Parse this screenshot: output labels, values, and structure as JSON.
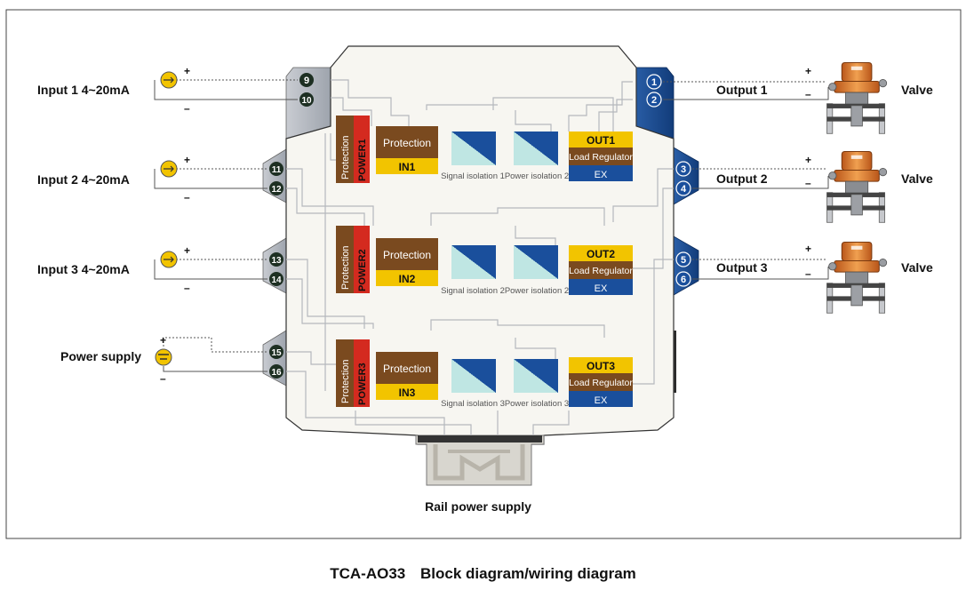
{
  "inputs": [
    {
      "label": "Input 1  4~20mA",
      "plus": "+",
      "minus": "–",
      "terminals": [
        "9",
        "10"
      ]
    },
    {
      "label": "Input 2  4~20mA",
      "plus": "+",
      "minus": "–",
      "terminals": [
        "11",
        "12"
      ]
    },
    {
      "label": "Input 3  4~20mA",
      "plus": "+",
      "minus": "–",
      "terminals": [
        "13",
        "14"
      ]
    }
  ],
  "power_supply": {
    "label": "Power supply",
    "plus": "+",
    "minus": "–",
    "terminals": [
      "15",
      "16"
    ]
  },
  "outputs": [
    {
      "label": "Output 1",
      "plus": "+",
      "minus": "–",
      "terminals": [
        "1",
        "2"
      ],
      "valve": "Valve"
    },
    {
      "label": "Output 2",
      "plus": "+",
      "minus": "–",
      "terminals": [
        "3",
        "4"
      ],
      "valve": "Valve"
    },
    {
      "label": "Output 3",
      "plus": "+",
      "minus": "–",
      "terminals": [
        "5",
        "6"
      ],
      "valve": "Valve"
    }
  ],
  "channels": [
    {
      "protection_power": "Protection",
      "power": "POWER1",
      "protection": "Protection",
      "in": "IN1",
      "signal_isolation": "Signal isolation 1",
      "power_isolation": "Power isolation 2",
      "out": "OUT1",
      "load_regulator": "Load Regulator",
      "ex": "EX"
    },
    {
      "protection_power": "Protection",
      "power": "POWER2",
      "protection": "Protection",
      "in": "IN2",
      "signal_isolation": "Signal isolation 2",
      "power_isolation": "Power isolation 2",
      "out": "OUT2",
      "load_regulator": "Load Regulator",
      "ex": "EX"
    },
    {
      "protection_power": "Protection",
      "power": "POWER3",
      "protection": "Protection",
      "in": "IN3",
      "signal_isolation": "Signal isolation 3",
      "power_isolation": "Power isolation 3",
      "out": "OUT3",
      "load_regulator": "Load Regulator",
      "ex": "EX"
    }
  ],
  "rail_label": "Rail power supply",
  "caption": {
    "model": "TCA-AO33",
    "title": "Block diagram/wiring diagram"
  },
  "colors": {
    "brown": "#7a4a1f",
    "red": "#d42a1f",
    "yellow": "#f2c400",
    "blue": "#1a4f9c",
    "housing": "#f7f6f1"
  }
}
